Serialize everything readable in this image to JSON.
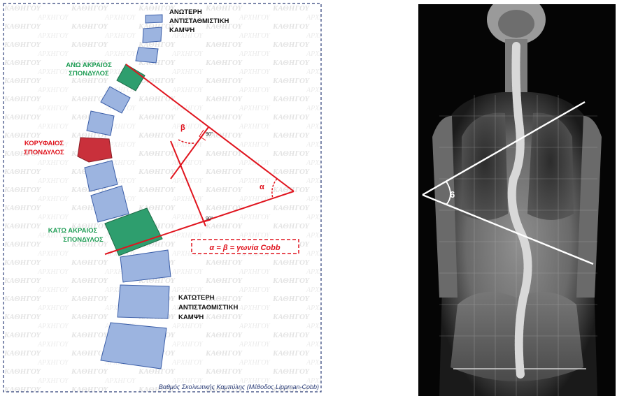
{
  "diagram": {
    "labels": {
      "upper_compensatory_curve": [
        "ΑΝΩΤΕΡΗ",
        "ΑΝΤΙΣΤΑΘΜΙΣΤΙΚΗ",
        "ΚΑΜΨΗ"
      ],
      "upper_end_vertebra": [
        "ΑΝΩ ΑΚΡΑΙΟΣ",
        "ΣΠΟΝΔΥΛΟΣ"
      ],
      "apical_vertebra": [
        "ΚΟΡΥΦΑΙΟΣ",
        "ΣΠΟΝΔΥΛΟΣ"
      ],
      "lower_end_vertebra": [
        "ΚΑΤΩ ΑΚΡΑΙΟΣ",
        "ΣΠΟΝΔΥΛΟΣ"
      ],
      "lower_compensatory_curve": [
        "ΚΑΤΩΤΕΡΗ",
        "ΑΝΤΙΣΤΑΘΜΙΣΤΙΚΗ",
        "ΚΑΜΨΗ"
      ]
    },
    "formula": "α = β = γωνία Cobb",
    "angle_alpha": "α",
    "angle_beta": "β",
    "right_angle_top": "90°",
    "right_angle_bottom": "90°",
    "caption": "Βαθμός Σκολιωτικής Καμπύλης (Μέθοδος Lippman-Cobb)",
    "watermark": "ΚΑΘΗΓΟΥ",
    "colors": {
      "vertebra": "#9cb4e0",
      "end_vertebra": "#2e9e6e",
      "apical_vertebra": "#d4313b",
      "green_text": "#1f9d55",
      "red": "#e0141e",
      "border": "#2c3e78"
    }
  },
  "xray": {
    "cobb_angle_value": "6"
  }
}
